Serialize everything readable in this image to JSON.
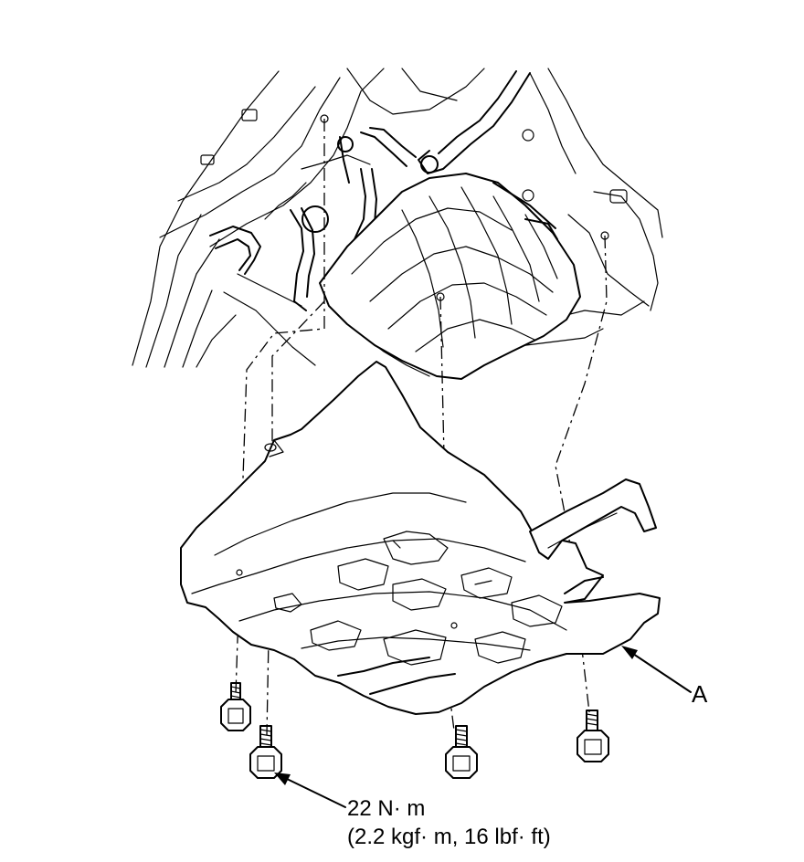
{
  "callouts": {
    "part_label": "A",
    "torque_primary": "22 N· m",
    "torque_secondary": "(2.2 kgf· m, 16 lbf· ft)"
  },
  "colors": {
    "line": "#000000",
    "background": "#ffffff"
  }
}
